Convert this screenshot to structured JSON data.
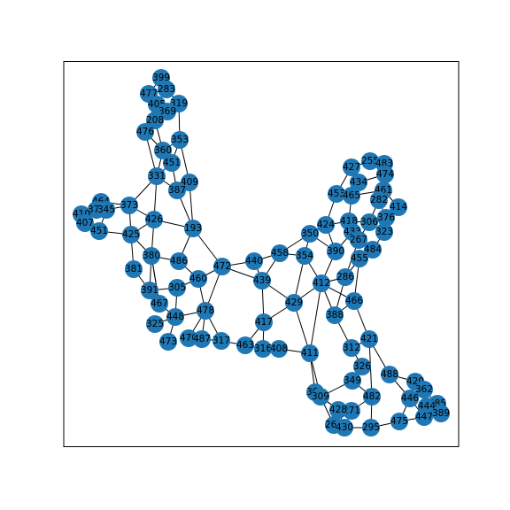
{
  "graph": {
    "nodes": [
      "399",
      "283",
      "477",
      "405",
      "319",
      "369",
      "208",
      "476",
      "353",
      "360",
      "451a",
      "331",
      "409",
      "387",
      "193",
      "373",
      "464",
      "374",
      "410",
      "345",
      "407",
      "426",
      "451b",
      "425",
      "380",
      "486",
      "381",
      "472",
      "440",
      "460",
      "305",
      "391",
      "467",
      "478",
      "448",
      "325",
      "473",
      "470",
      "487",
      "317",
      "463",
      "316",
      "408",
      "411",
      "417",
      "439",
      "458",
      "354",
      "350",
      "429",
      "412",
      "424",
      "453",
      "427",
      "255",
      "483",
      "434",
      "474",
      "465",
      "461",
      "418",
      "414",
      "282",
      "376",
      "306",
      "433",
      "267",
      "323",
      "390",
      "484",
      "455",
      "286",
      "466",
      "388",
      "312",
      "421",
      "326",
      "349",
      "482",
      "488",
      "420",
      "362",
      "446",
      "485",
      "444",
      "447",
      "475",
      "389",
      "368",
      "309",
      "271",
      "428",
      "260",
      "430",
      "295"
    ],
    "labels": {
      "399": "399",
      "283": "283",
      "477": "477",
      "405": "405",
      "319": "319",
      "369": "369",
      "208": "208",
      "476": "476",
      "353": "353",
      "360": "360",
      "451a": "451",
      "331": "331",
      "409": "409",
      "387": "387",
      "193": "193",
      "373": "373",
      "464": "464",
      "374": "374",
      "410": "410",
      "345": "345",
      "407": "407",
      "426": "426",
      "451b": "451",
      "425": "425",
      "380": "380",
      "486": "486",
      "381": "381",
      "472": "472",
      "440": "440",
      "460": "460",
      "305": "305",
      "391": "391",
      "467": "467",
      "478": "478",
      "448": "448",
      "325": "325",
      "473": "473",
      "470": "470",
      "487": "487",
      "317": "317",
      "463": "463",
      "316": "316",
      "408": "408",
      "411": "411",
      "417": "417",
      "439": "439",
      "458": "458",
      "354": "354",
      "350": "350",
      "429": "429",
      "412": "412",
      "424": "424",
      "453": "453",
      "427": "427",
      "255": "255",
      "483": "483",
      "434": "434",
      "474": "474",
      "465": "465",
      "461": "461",
      "418": "418",
      "414": "414",
      "282": "282",
      "376": "376",
      "306": "306",
      "433": "433",
      "267": "267",
      "323": "323",
      "390": "390",
      "484": "484",
      "455": "455",
      "286": "286",
      "466": "466",
      "388": "388",
      "312": "312",
      "421": "421",
      "326": "326",
      "349": "349",
      "482": "482",
      "488": "488",
      "420": "420",
      "362": "362",
      "446": "446",
      "485": "485",
      "444": "444",
      "447": "447",
      "475": "475",
      "389": "389",
      "368": "368",
      "309": "309",
      "271": "271",
      "428": "428",
      "260": "260",
      "430": "430",
      "295": "295"
    },
    "edges": [
      [
        "399",
        "283"
      ],
      [
        "399",
        "477"
      ],
      [
        "283",
        "477"
      ],
      [
        "283",
        "319"
      ],
      [
        "283",
        "405"
      ],
      [
        "477",
        "405"
      ],
      [
        "477",
        "208"
      ],
      [
        "405",
        "369"
      ],
      [
        "405",
        "319"
      ],
      [
        "319",
        "369"
      ],
      [
        "319",
        "353"
      ],
      [
        "369",
        "208"
      ],
      [
        "208",
        "476"
      ],
      [
        "208",
        "360"
      ],
      [
        "476",
        "331"
      ],
      [
        "476",
        "360"
      ],
      [
        "353",
        "360"
      ],
      [
        "353",
        "451a"
      ],
      [
        "353",
        "409"
      ],
      [
        "360",
        "331"
      ],
      [
        "451a",
        "331"
      ],
      [
        "451a",
        "387"
      ],
      [
        "331",
        "387"
      ],
      [
        "331",
        "373"
      ],
      [
        "331",
        "426"
      ],
      [
        "409",
        "387"
      ],
      [
        "409",
        "193"
      ],
      [
        "387",
        "193"
      ],
      [
        "193",
        "426"
      ],
      [
        "193",
        "486"
      ],
      [
        "193",
        "472"
      ],
      [
        "373",
        "464"
      ],
      [
        "373",
        "345"
      ],
      [
        "373",
        "425"
      ],
      [
        "373",
        "426"
      ],
      [
        "464",
        "374"
      ],
      [
        "464",
        "345"
      ],
      [
        "374",
        "410"
      ],
      [
        "374",
        "407"
      ],
      [
        "410",
        "407"
      ],
      [
        "407",
        "451b"
      ],
      [
        "345",
        "451b"
      ],
      [
        "451b",
        "425"
      ],
      [
        "426",
        "425"
      ],
      [
        "426",
        "380"
      ],
      [
        "425",
        "381"
      ],
      [
        "425",
        "380"
      ],
      [
        "380",
        "486"
      ],
      [
        "380",
        "391"
      ],
      [
        "380",
        "467"
      ],
      [
        "486",
        "460"
      ],
      [
        "381",
        "391"
      ],
      [
        "391",
        "305"
      ],
      [
        "305",
        "460"
      ],
      [
        "305",
        "448"
      ],
      [
        "467",
        "448"
      ],
      [
        "467",
        "380"
      ],
      [
        "460",
        "472"
      ],
      [
        "460",
        "478"
      ],
      [
        "472",
        "440"
      ],
      [
        "472",
        "439"
      ],
      [
        "472",
        "478"
      ],
      [
        "440",
        "458"
      ],
      [
        "440",
        "439"
      ],
      [
        "448",
        "478"
      ],
      [
        "448",
        "325"
      ],
      [
        "448",
        "473"
      ],
      [
        "478",
        "470"
      ],
      [
        "478",
        "487"
      ],
      [
        "478",
        "317"
      ],
      [
        "470",
        "487"
      ],
      [
        "487",
        "317"
      ],
      [
        "317",
        "463"
      ],
      [
        "463",
        "316"
      ],
      [
        "463",
        "417"
      ],
      [
        "316",
        "408"
      ],
      [
        "316",
        "417"
      ],
      [
        "408",
        "411"
      ],
      [
        "417",
        "439"
      ],
      [
        "417",
        "429"
      ],
      [
        "439",
        "458"
      ],
      [
        "439",
        "429"
      ],
      [
        "458",
        "354"
      ],
      [
        "458",
        "350"
      ],
      [
        "354",
        "350"
      ],
      [
        "354",
        "429"
      ],
      [
        "354",
        "412"
      ],
      [
        "350",
        "424"
      ],
      [
        "350",
        "390"
      ],
      [
        "429",
        "412"
      ],
      [
        "429",
        "411"
      ],
      [
        "412",
        "390"
      ],
      [
        "412",
        "286"
      ],
      [
        "412",
        "411"
      ],
      [
        "412",
        "388"
      ],
      [
        "424",
        "453"
      ],
      [
        "424",
        "418"
      ],
      [
        "424",
        "390"
      ],
      [
        "453",
        "427"
      ],
      [
        "453",
        "465"
      ],
      [
        "427",
        "255"
      ],
      [
        "427",
        "434"
      ],
      [
        "255",
        "483"
      ],
      [
        "255",
        "474"
      ],
      [
        "483",
        "474"
      ],
      [
        "434",
        "474"
      ],
      [
        "434",
        "465"
      ],
      [
        "465",
        "461"
      ],
      [
        "465",
        "418"
      ],
      [
        "461",
        "282"
      ],
      [
        "461",
        "414"
      ],
      [
        "282",
        "376"
      ],
      [
        "282",
        "306"
      ],
      [
        "414",
        "376"
      ],
      [
        "418",
        "433"
      ],
      [
        "418",
        "306"
      ],
      [
        "376",
        "323"
      ],
      [
        "306",
        "267"
      ],
      [
        "306",
        "376"
      ],
      [
        "433",
        "267"
      ],
      [
        "433",
        "390"
      ],
      [
        "267",
        "286"
      ],
      [
        "323",
        "484"
      ],
      [
        "484",
        "455"
      ],
      [
        "455",
        "286"
      ],
      [
        "455",
        "466"
      ],
      [
        "286",
        "388"
      ],
      [
        "286",
        "455"
      ],
      [
        "466",
        "388"
      ],
      [
        "466",
        "421"
      ],
      [
        "388",
        "312"
      ],
      [
        "312",
        "326"
      ],
      [
        "312",
        "421"
      ],
      [
        "326",
        "349"
      ],
      [
        "349",
        "309"
      ],
      [
        "349",
        "482"
      ],
      [
        "421",
        "488"
      ],
      [
        "421",
        "482"
      ],
      [
        "482",
        "295"
      ],
      [
        "482",
        "271"
      ],
      [
        "488",
        "420"
      ],
      [
        "488",
        "446"
      ],
      [
        "420",
        "362"
      ],
      [
        "420",
        "485"
      ],
      [
        "362",
        "444"
      ],
      [
        "362",
        "446"
      ],
      [
        "485",
        "389"
      ],
      [
        "485",
        "444"
      ],
      [
        "444",
        "447"
      ],
      [
        "446",
        "447"
      ],
      [
        "446",
        "475"
      ],
      [
        "447",
        "475"
      ],
      [
        "447",
        "389"
      ],
      [
        "475",
        "295"
      ],
      [
        "411",
        "368"
      ],
      [
        "411",
        "309"
      ],
      [
        "368",
        "309"
      ],
      [
        "368",
        "428"
      ],
      [
        "309",
        "428"
      ],
      [
        "428",
        "271"
      ],
      [
        "428",
        "260"
      ],
      [
        "428",
        "430"
      ],
      [
        "271",
        "430"
      ],
      [
        "260",
        "430"
      ],
      [
        "430",
        "295"
      ],
      [
        "260",
        "309"
      ],
      [
        "466",
        "412"
      ]
    ]
  }
}
